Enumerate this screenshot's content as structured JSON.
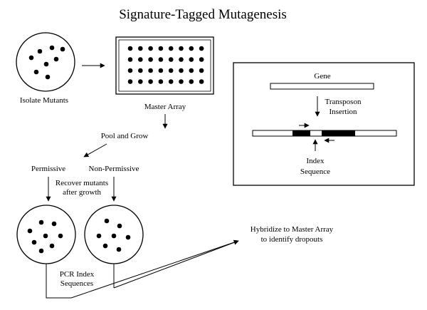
{
  "title": "Signature-Tagged Mutagenesis",
  "labels": {
    "isolate_mutants": "Isolate Mutants",
    "master_array": "Master Array",
    "pool_and_grow": "Pool and Grow",
    "permissive": "Permissive",
    "non_permissive": "Non-Permissive",
    "recover_line1": "Recover mutants",
    "recover_line2": "after growth",
    "pcr_line1": "PCR Index",
    "pcr_line2": "Sequences",
    "hybridize_line1": "Hybridize to Master Array",
    "hybridize_line2": "to identify dropouts"
  },
  "inset": {
    "gene": "Gene",
    "transposon_line1": "Transposon",
    "transposon_line2": "Insertion",
    "index_line1": "Index",
    "index_line2": "Sequence"
  }
}
